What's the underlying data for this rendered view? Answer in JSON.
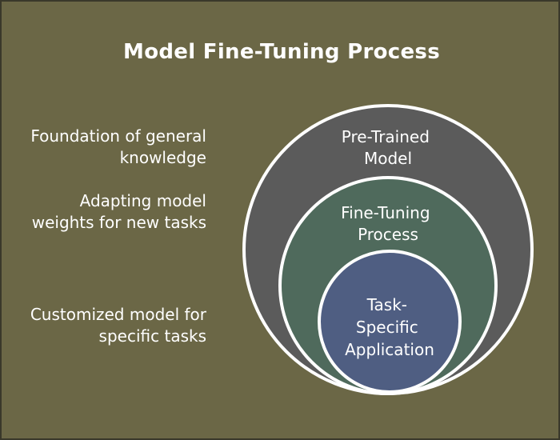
{
  "title": "Model Fine-Tuning Process",
  "descriptions": [
    "Foundation of general knowledge",
    "Adapting model weights for new tasks",
    "Customized model for specific tasks"
  ],
  "layers": [
    {
      "label_lines": [
        "Pre-Trained",
        "Model"
      ],
      "color": "#5b5b5b"
    },
    {
      "label_lines": [
        "Fine-Tuning",
        "Process"
      ],
      "color": "#4f6a5c"
    },
    {
      "label_lines": [
        "Task-",
        "Specific",
        "Application"
      ],
      "color": "#4f5e82"
    }
  ],
  "colors": {
    "background": "#6b6746",
    "outline": "#ffffff",
    "text": "#ffffff"
  }
}
